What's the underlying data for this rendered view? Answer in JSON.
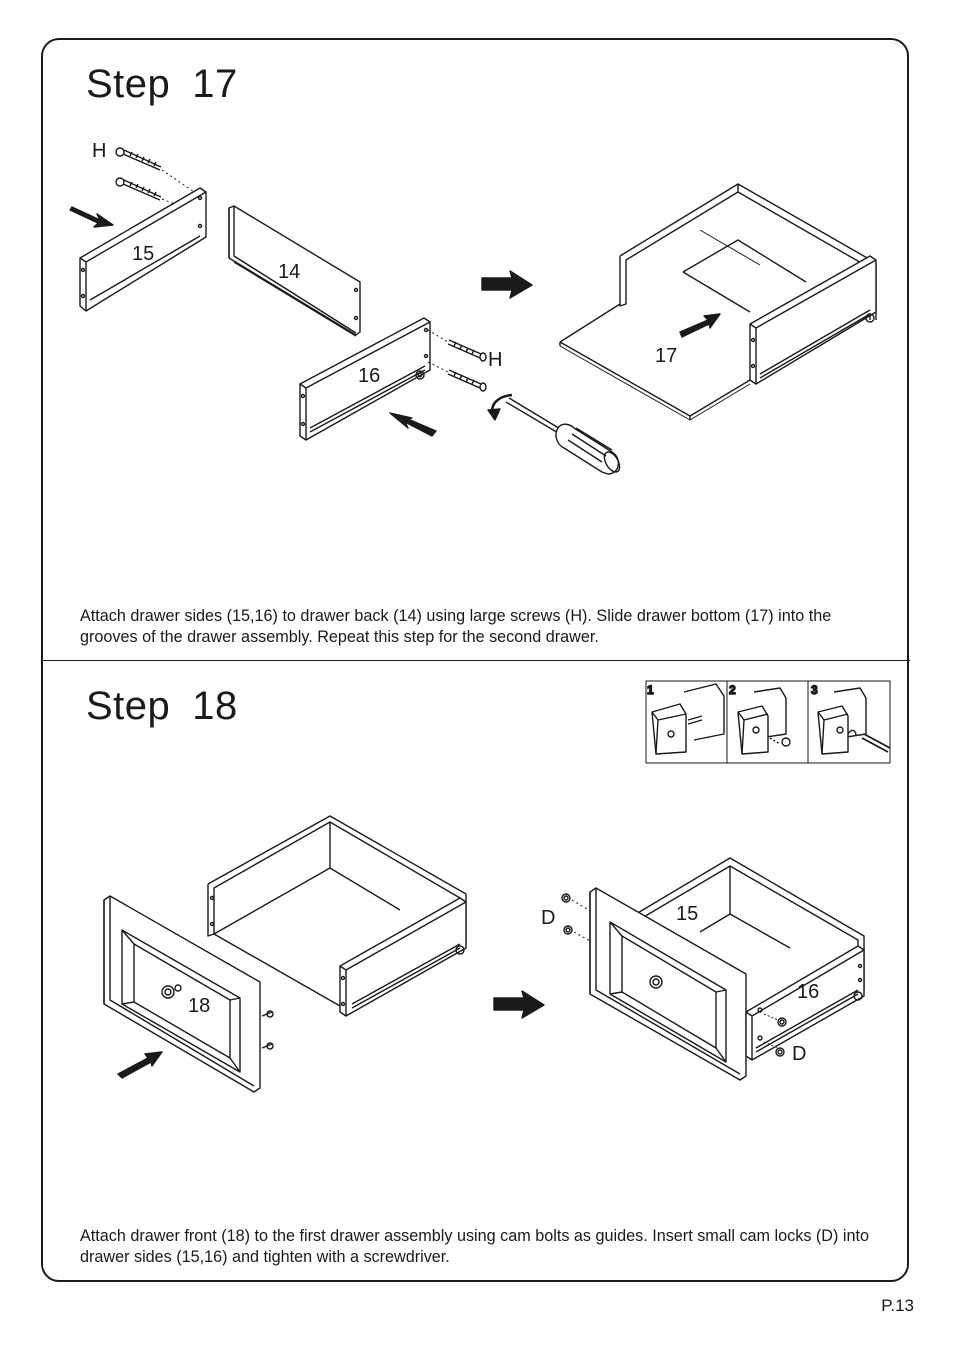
{
  "step17": {
    "word": "Step",
    "number": "17",
    "labels": {
      "screw": "H",
      "side_left": "15",
      "back": "14",
      "side_right": "16",
      "screw_right": "H",
      "bottom": "17"
    },
    "caption": "Attach drawer sides (15,16) to drawer back (14) using large screws (H). Slide drawer bottom (17) into the grooves of the drawer assembly. Repeat this step for the second drawer."
  },
  "step18": {
    "word": "Step",
    "number": "18",
    "inset": {
      "panels": [
        "1",
        "2",
        "3"
      ]
    },
    "labels": {
      "front": "18",
      "camlock_top": "D",
      "side_left": "15",
      "side_right": "16",
      "camlock_bottom": "D"
    },
    "caption": "Attach drawer front (18) to the first drawer assembly using cam bolts as guides. Insert small cam locks (D) into drawer sides (15,16) and tighten with a screwdriver."
  },
  "footer": {
    "page": "P.13"
  }
}
